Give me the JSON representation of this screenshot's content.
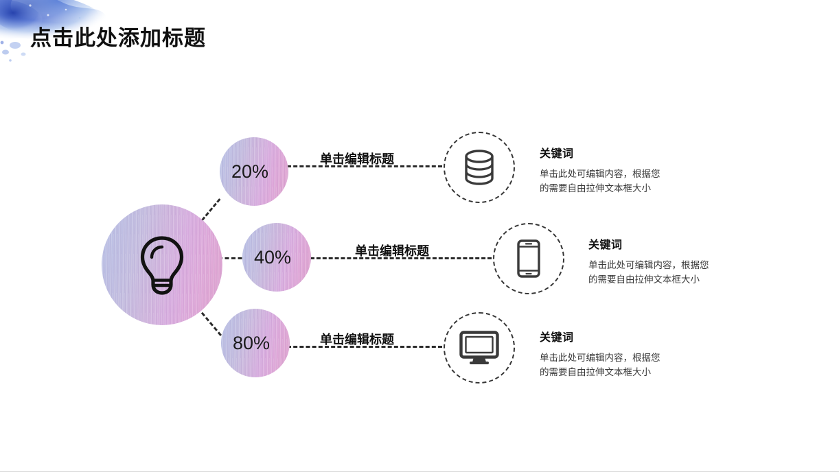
{
  "slide": {
    "title": "点击此处添加标题",
    "background_color": "#ffffff",
    "splash": {
      "name": "watercolor-splash",
      "colors": [
        "#2a47b4",
        "#3f63cf",
        "#6f92e0",
        "#a9c4ee",
        "#d9e6f8"
      ]
    }
  },
  "hub": {
    "icon": "lightbulb-icon",
    "gradient_from": "#b9c4e8",
    "gradient_to": "#e0a5d3"
  },
  "rows": [
    {
      "percent": "20%",
      "label": "单击编辑标题",
      "icon": "database-icon",
      "keyword": "关键词",
      "body": "单击此处可编辑内容，根据您\n的需要自由拉伸文本框大小"
    },
    {
      "percent": "40%",
      "label": "单击编辑标题",
      "icon": "mobile-phone-icon",
      "keyword": "关键词",
      "body": "单击此处可编辑内容，根据您\n的需要自由拉伸文本框大小"
    },
    {
      "percent": "80%",
      "label": "单击编辑标题",
      "icon": "monitor-icon",
      "keyword": "关键词",
      "body": "单击此处可编辑内容，根据您\n的需要自由拉伸文本框大小"
    }
  ]
}
